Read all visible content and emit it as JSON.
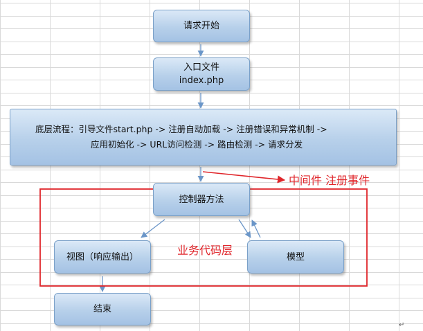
{
  "nodes": {
    "start": {
      "label": "请求开始"
    },
    "entry": {
      "line1": "入口文件",
      "line2": "index.php"
    },
    "flow": {
      "line1": "底层流程：引导文件start.php -> 注册自动加载 -> 注册错误和异常机制 ->",
      "line2": "应用初始化 -> URL访问检测 -> 路由检测 -> 请求分发"
    },
    "controller": {
      "label": "控制器方法"
    },
    "view": {
      "label": "视图（响应输出）"
    },
    "model": {
      "label": "模型"
    },
    "end": {
      "label": "结束"
    }
  },
  "annotations": {
    "middleware": "中间件  注册事件",
    "business_layer": "业务代码层"
  },
  "colors": {
    "node_fill": "#b7d0ea",
    "node_border": "#7aa0c8",
    "connector": "#6b96c8",
    "highlight": "#e0262b",
    "gridline": "#d9d9d9"
  }
}
